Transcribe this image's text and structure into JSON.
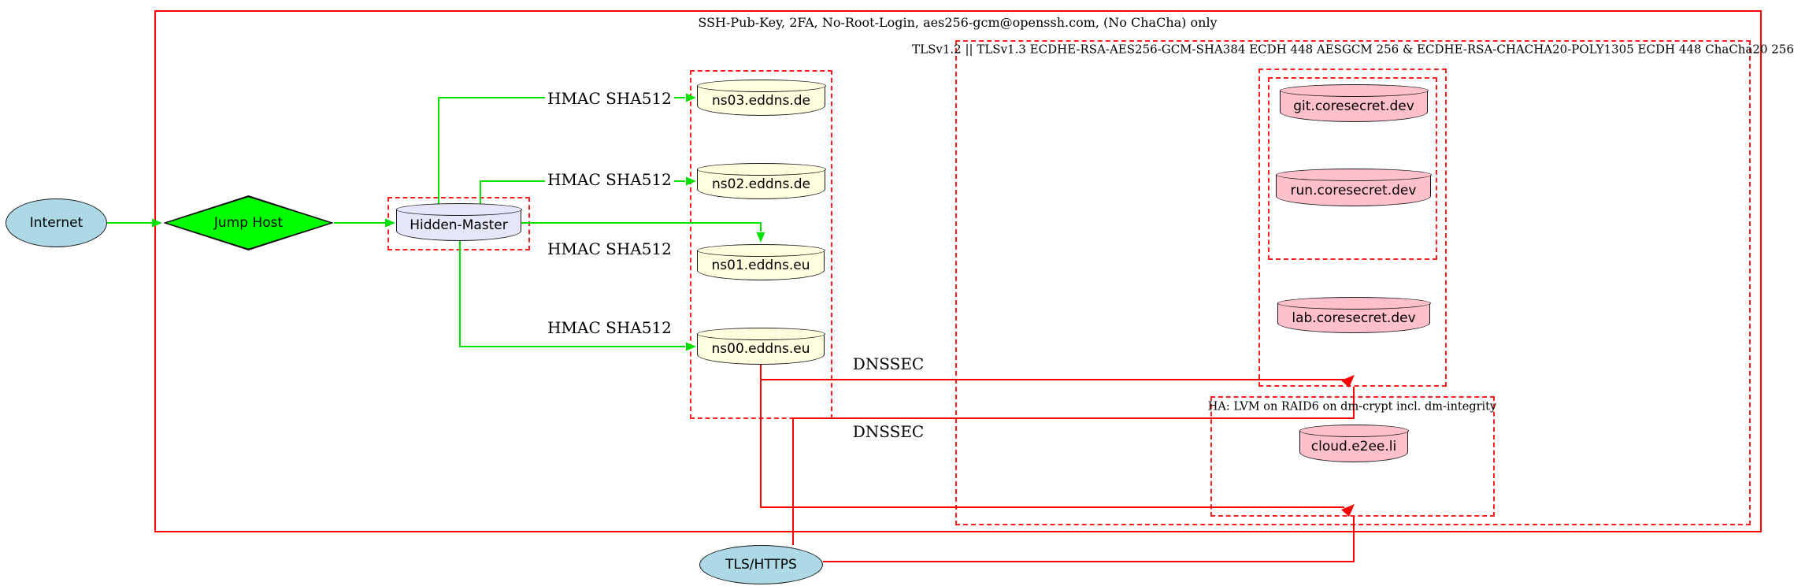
{
  "clusters": {
    "ssh": {
      "label": "SSH-Pub-Key, 2FA, No-Root-Login, aes256-gcm@openssh.com, (No ChaCha) only"
    },
    "tls": {
      "label": "TLSv1.2 || TLSv1.3 ECDHE-RSA-AES256-GCM-SHA384 ECDH 448 AESGCM 256 & ECDHE-RSA-CHACHA20-POLY1305 ECDH 448 ChaCha20 256"
    },
    "ha": {
      "label": "HA: LVM on RAID6 on dm-crypt incl. dm-integrity"
    }
  },
  "nodes": {
    "internet": "Internet",
    "jump_host": "Jump Host",
    "hidden_master": "Hidden-Master",
    "ns03": "ns03.eddns.de",
    "ns02": "ns02.eddns.de",
    "ns01": "ns01.eddns.eu",
    "ns00": "ns00.eddns.eu",
    "git": "git.coresecret.dev",
    "run": "run.coresecret.dev",
    "lab": "lab.coresecret.dev",
    "cloud": "cloud.e2ee.li",
    "tls_https": "TLS/HTTPS"
  },
  "edge_labels": {
    "hmac_ns03": "HMAC SHA512",
    "hmac_ns02": "HMAC SHA512",
    "hmac_ns01": "HMAC SHA512",
    "hmac_ns00": "HMAC SHA512",
    "dnssec_top": "DNSSEC",
    "dnssec_bottom": "DNSSEC"
  },
  "colors": {
    "secure_edge_green": "#00e100",
    "insecure_edge_red": "#ff0000",
    "internet_fill": "#add8e6",
    "jump_host_fill": "#00ff00",
    "hidden_master_fill": "#e6e6fa",
    "nameserver_fill": "#ffffe0",
    "service_fill": "#ffc0cb"
  }
}
